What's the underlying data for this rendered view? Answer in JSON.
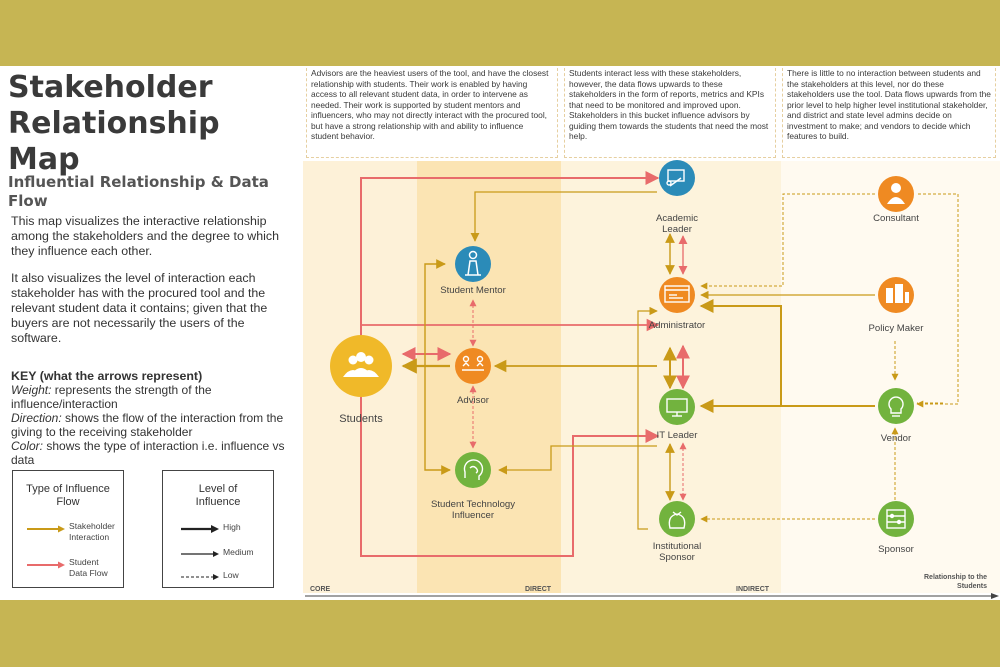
{
  "title_lines": [
    "Stakeholder",
    "Relationship",
    "Map"
  ],
  "subtitle": "Influential Relationship & Data Flow",
  "intro": [
    "This map visualizes the interactive relationship  among the stakeholders and the degree to which they influence each other.",
    "It also visualizes the level of interaction each stakeholder  has with the procured tool and the relevant student data it contains; given that the buyers are not necessarily the users of the software."
  ],
  "key": {
    "heading": "KEY (what the arrows represent)",
    "weight_term": "Weight:",
    "weight_text": " represents the strength of the influence/interaction",
    "direction_term": "Direction:",
    "direction_text": "  shows the flow of the interaction from the giving to the receiving stakeholder",
    "color_term": "Color:",
    "color_text": " shows the type of interaction i.e. influence vs data"
  },
  "legend_type": {
    "title": "Type of Influence Flow",
    "items": [
      {
        "label": "Stakeholder Interaction",
        "color": "#c99a18"
      },
      {
        "label": "Student Data Flow",
        "color": "#e86b6b"
      }
    ]
  },
  "legend_level": {
    "title": "Level of Influence",
    "items": [
      "High",
      "Medium",
      "Low"
    ]
  },
  "notes": [
    "Advisors  are the heaviest users of the tool, and have the closest relationship with students. Their work is enabled by having access to all relevant student data, in order to intervene as needed. Their work is supported by student mentors and influencers, who may not directly interact with the procured tool, but have a strong relationship with and ability to influence student behavior.",
    "Students interact less with these stakeholders, however, the data flows upwards to these stakeholders in the form of reports, metrics and KPIs that need to be monitored and improved upon.\nStakeholders in this bucket influence advisors by guiding them towards the students that need the most help.",
    "There is little to no interaction between students and the stakeholders at this level, nor do these stakeholders use the tool. Data flows upwards from the prior level to help higher level institutional stakeholder, and district and state level admins decide on investment to make; and vendors to decide which features to build."
  ],
  "nodes": {
    "students": "Students",
    "mentor": "Student Mentor",
    "advisor": "Advisor",
    "influencer": "Student Technology Influencer",
    "academic": "Academic Leader",
    "admin": "Administrator",
    "itleader": "IT Leader",
    "sponsor_inst": "Institutional Sponsor",
    "consultant": "Consultant",
    "policy": "Policy Maker",
    "vendor": "Vendor",
    "sponsor": "Sponsor"
  },
  "zones": {
    "core": "CORE",
    "direct": "DIRECT",
    "indirect": "INDIRECT",
    "axis": "Relationship to the Students"
  },
  "colors": {
    "interaction": "#c99a18",
    "data": "#e86b6b",
    "node_orange": "#ef8a22",
    "node_blue": "#2b8bb8",
    "node_green": "#72b33e",
    "node_yellow": "#f0b929",
    "zone_core": "#fdf1d8",
    "zone_direct": "#fbe4b3",
    "zone_indirect": "#fdf3dc",
    "zone_outer": "#fffaf0"
  }
}
